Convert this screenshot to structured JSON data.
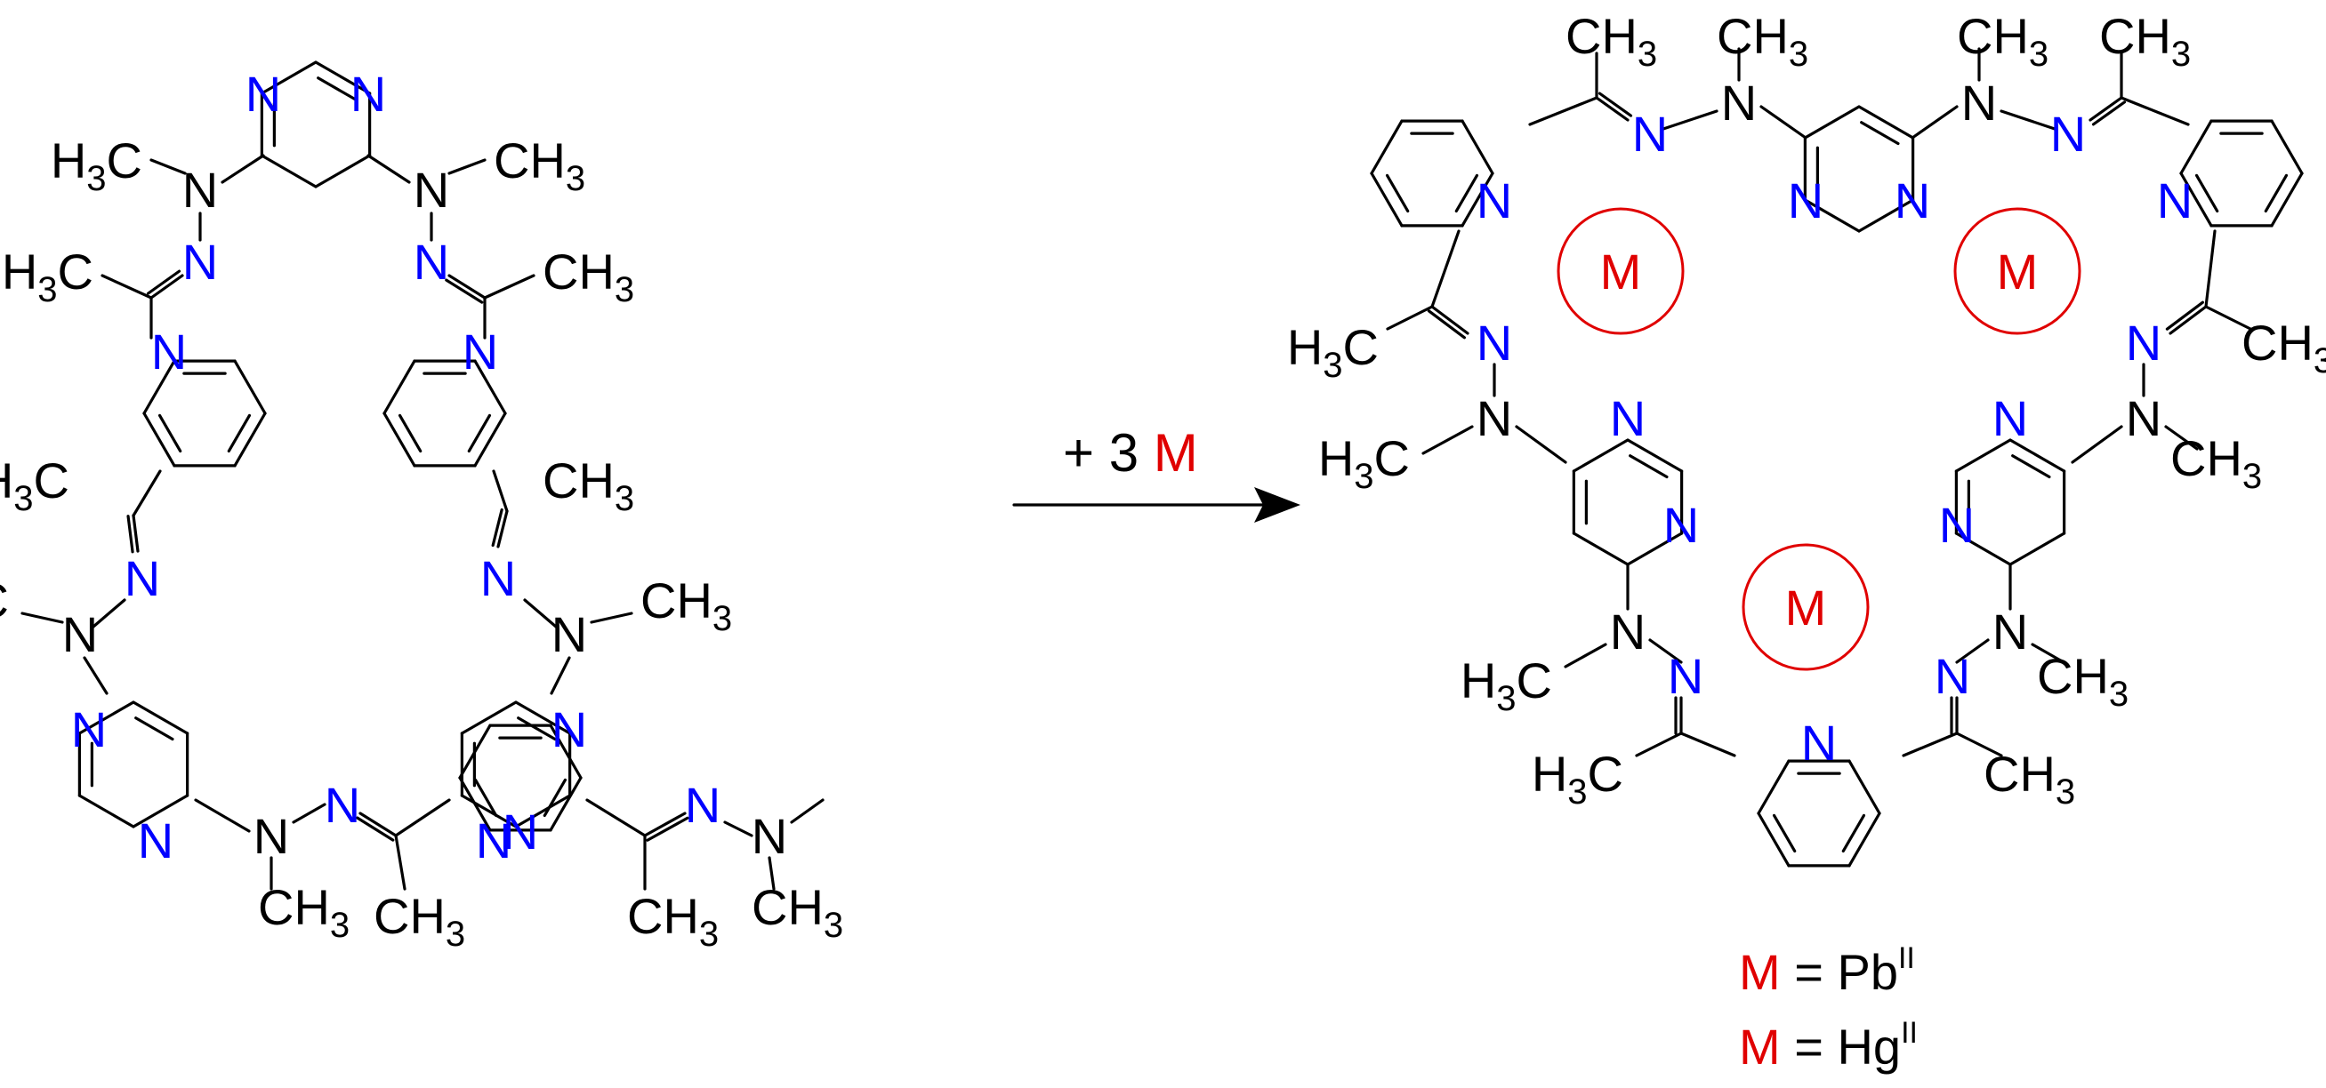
{
  "colors": {
    "nitrogen": "#0000ff",
    "metal": "#e00000",
    "bond": "#000000"
  },
  "atoms": {
    "n": "N",
    "ch3": "CH",
    "h3c": "H",
    "c": "C",
    "three": "3"
  },
  "arrow": {
    "plus": "+ 3 ",
    "metal": "M"
  },
  "metal_site": "M",
  "legend": [
    {
      "symbol": "M",
      "eq": " = ",
      "element": "Pb",
      "ox": "II"
    },
    {
      "symbol": "M",
      "eq": " = ",
      "element": "Hg",
      "ox": "II"
    }
  ]
}
